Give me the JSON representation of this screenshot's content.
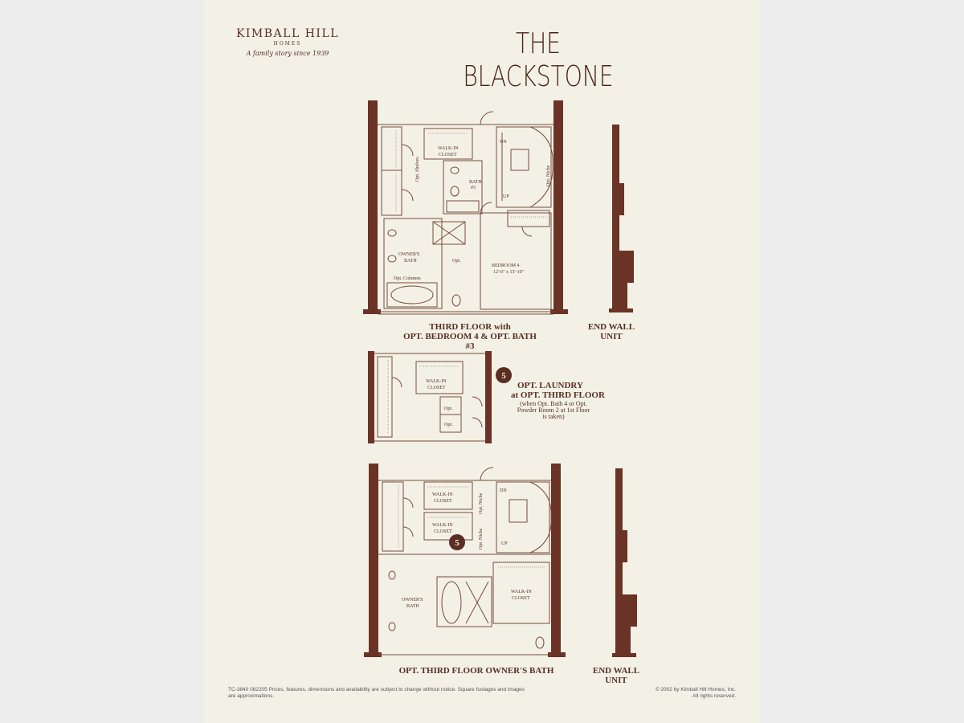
{
  "logo": {
    "brand": "KIMBALL HILL",
    "sub": "HOMES",
    "tagline": "A family story since 1939"
  },
  "title": "THE BLACKSTONE",
  "plan1": {
    "caption_line1": "THIRD FLOOR with",
    "caption_line2": "OPT. BEDROOM 4 & OPT. BATH #3",
    "labels": {
      "walkin": "WALK-IN",
      "closet": "CLOSET",
      "dn": "DN",
      "up": "UP",
      "bath": "BATH",
      "bath_no": "#3",
      "owners": "OWNER'S",
      "owners_bath": "BATH",
      "opt": "Opt.",
      "bedroom": "BEDROOM 4",
      "bedroom_dims": "12'-6\" x 15'-10\"",
      "opt_columns": "Opt. Columns",
      "opt_shelves": "Opt. Shelves",
      "opt_niche": "Opt. Niche"
    }
  },
  "endwall": {
    "line1": "END WALL",
    "line2": "UNIT"
  },
  "laundry": {
    "badge": "5",
    "line1": "OPT. LAUNDRY",
    "line2": "at OPT. THIRD FLOOR",
    "line3": "(when Opt. Bath 4 or Opt.",
    "line4": "Powder Room 2 at 1st Floor",
    "line5": "is taken)",
    "labels": {
      "walkin": "WALK-IN",
      "closet": "CLOSET",
      "opt": "Opt."
    }
  },
  "plan3": {
    "caption": "OPT. THIRD FLOOR OWNER'S BATH",
    "badge": "5",
    "labels": {
      "walkin": "WALK-IN",
      "closet": "CLOSET",
      "dn": "DN",
      "up": "UP",
      "owners": "OWNER'S",
      "bath": "BATH",
      "opt_niche": "Opt. Niche"
    }
  },
  "endwall2": {
    "line1": "END WALL",
    "line2": "UNIT"
  },
  "footer": {
    "left1": "TC-3840   082205  Prices, features, dimensions and availability are subject to change without notice. Square footages and images",
    "left2": "are approximations.",
    "right1": "© 2002 by Kimball Hill Homes, Inc.",
    "right2": "All rights reserved."
  }
}
